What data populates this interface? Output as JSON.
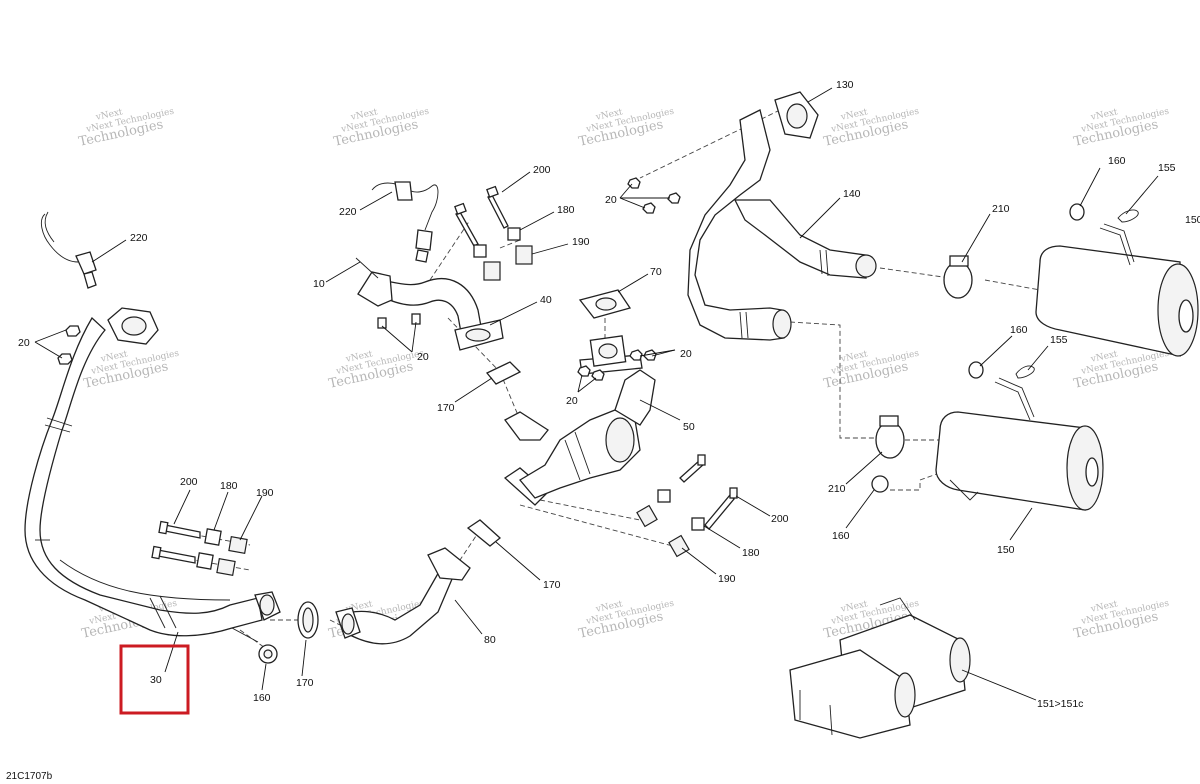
{
  "diagram_code": "21C1707b",
  "watermark": {
    "line1": "vNext",
    "line2": "Technologies",
    "combined": "vNext Technologies"
  },
  "highlight_color": "#cc1b22",
  "callouts": [
    {
      "id": "c220a",
      "text": "220"
    },
    {
      "id": "c20a",
      "text": "20"
    },
    {
      "id": "c220b",
      "text": "220"
    },
    {
      "id": "c10",
      "text": "10"
    },
    {
      "id": "c20b",
      "text": "20"
    },
    {
      "id": "c200a",
      "text": "200"
    },
    {
      "id": "c180a",
      "text": "180"
    },
    {
      "id": "c190a",
      "text": "190"
    },
    {
      "id": "c40",
      "text": "40"
    },
    {
      "id": "c170a",
      "text": "170"
    },
    {
      "id": "c130",
      "text": "130"
    },
    {
      "id": "c20c",
      "text": "20"
    },
    {
      "id": "c140",
      "text": "140"
    },
    {
      "id": "c70",
      "text": "70"
    },
    {
      "id": "c20d",
      "text": "20"
    },
    {
      "id": "c20e",
      "text": "20"
    },
    {
      "id": "c50",
      "text": "50"
    },
    {
      "id": "c200b",
      "text": "200"
    },
    {
      "id": "c180b",
      "text": "180"
    },
    {
      "id": "c190b",
      "text": "190"
    },
    {
      "id": "c170b",
      "text": "170"
    },
    {
      "id": "c80",
      "text": "80"
    },
    {
      "id": "c170c",
      "text": "170"
    },
    {
      "id": "c160a",
      "text": "160"
    },
    {
      "id": "c30",
      "text": "30"
    },
    {
      "id": "c200c",
      "text": "200"
    },
    {
      "id": "c180c",
      "text": "180"
    },
    {
      "id": "c190c",
      "text": "190"
    },
    {
      "id": "c210a",
      "text": "210"
    },
    {
      "id": "c160b",
      "text": "160"
    },
    {
      "id": "c155a",
      "text": "155"
    },
    {
      "id": "c150a",
      "text": "150"
    },
    {
      "id": "c160c",
      "text": "160"
    },
    {
      "id": "c155b",
      "text": "155"
    },
    {
      "id": "c210b",
      "text": "210"
    },
    {
      "id": "c160d",
      "text": "160"
    },
    {
      "id": "c150b",
      "text": "150"
    },
    {
      "id": "c151",
      "text": "151>151c"
    }
  ]
}
